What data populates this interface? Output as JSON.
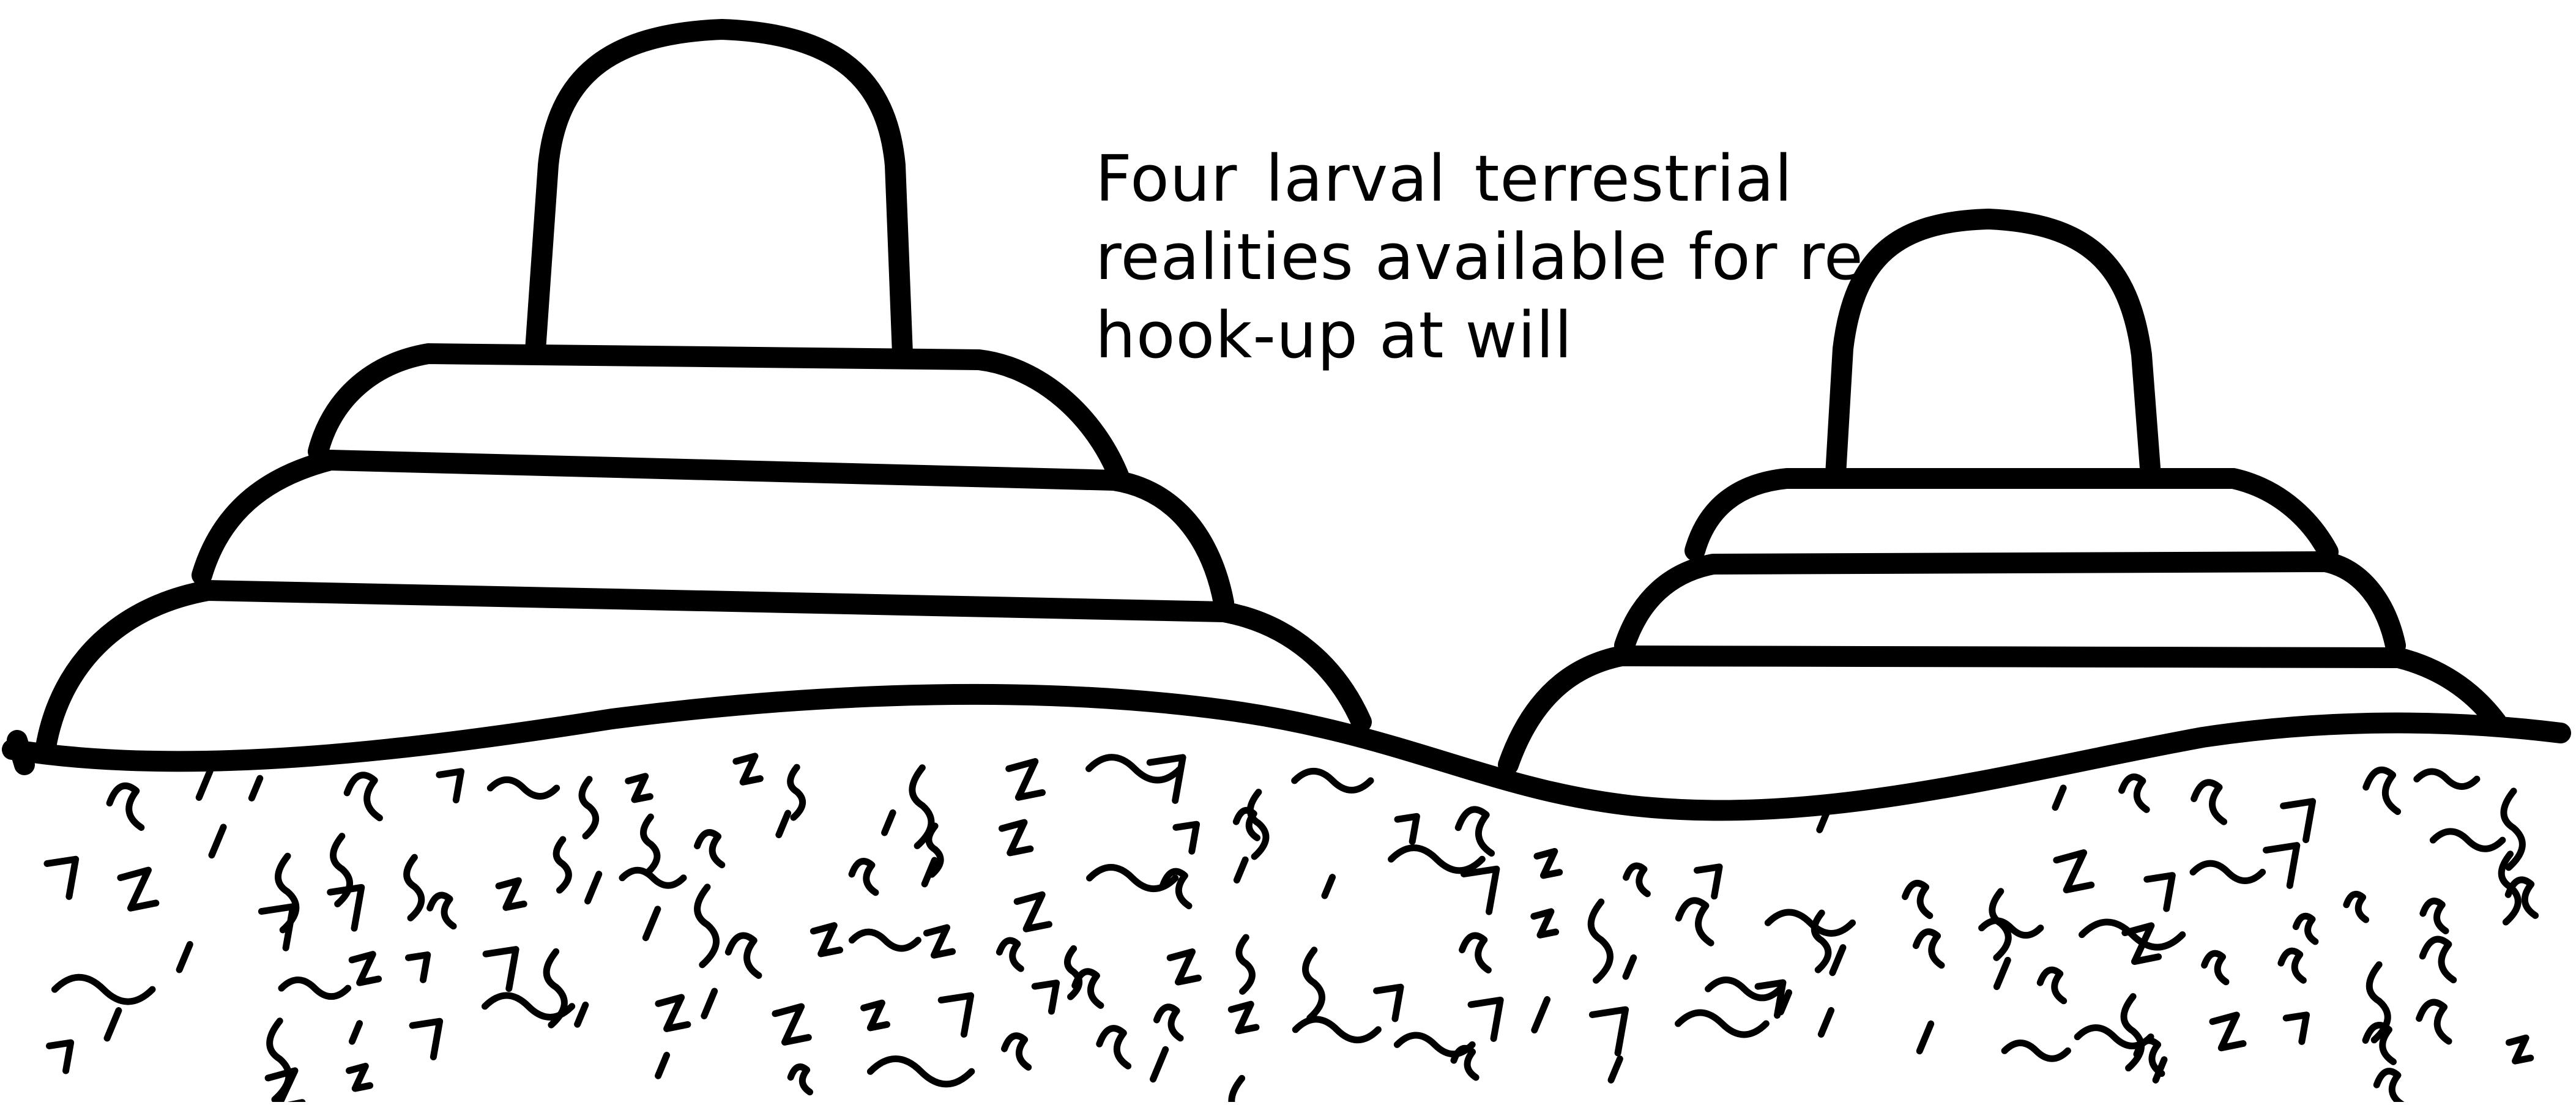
{
  "caption": {
    "lines": [
      "Four larval terrestrial",
      "realities available for re-",
      "hook-up at will"
    ]
  },
  "figures": [
    {
      "name": "large-domed-mound",
      "tiers": 3
    },
    {
      "name": "small-domed-mound",
      "tiers": 3
    }
  ],
  "colors": {
    "ink": "#000000",
    "paper": "#ffffff"
  }
}
